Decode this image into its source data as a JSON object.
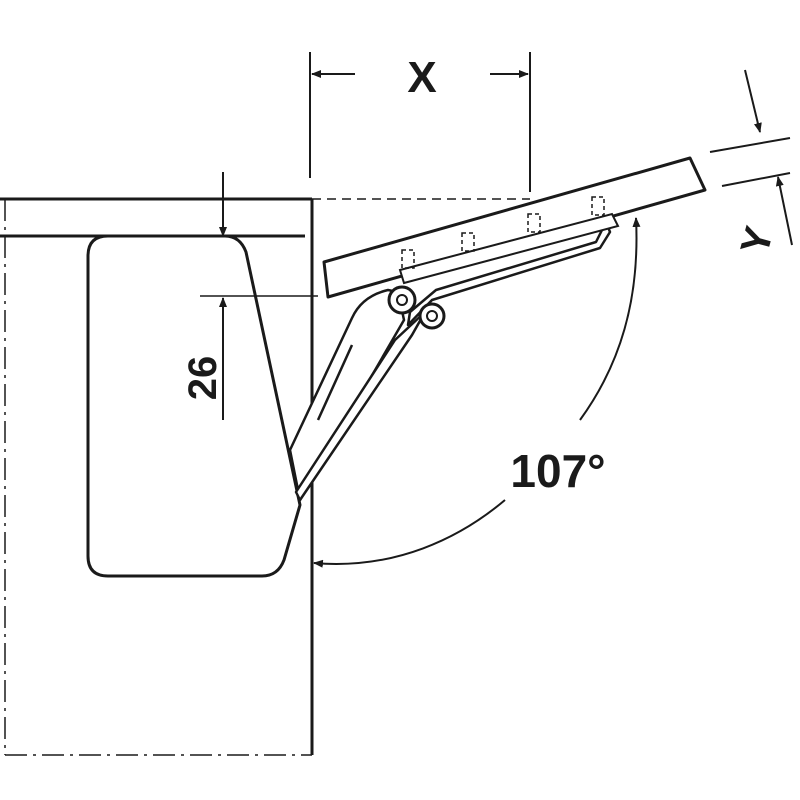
{
  "dimensions": {
    "x_label": "X",
    "y_label": "Y",
    "height_label": "26",
    "angle_label": "107°"
  },
  "colors": {
    "stroke": "#1a1a1a",
    "fill": "#ffffff"
  }
}
